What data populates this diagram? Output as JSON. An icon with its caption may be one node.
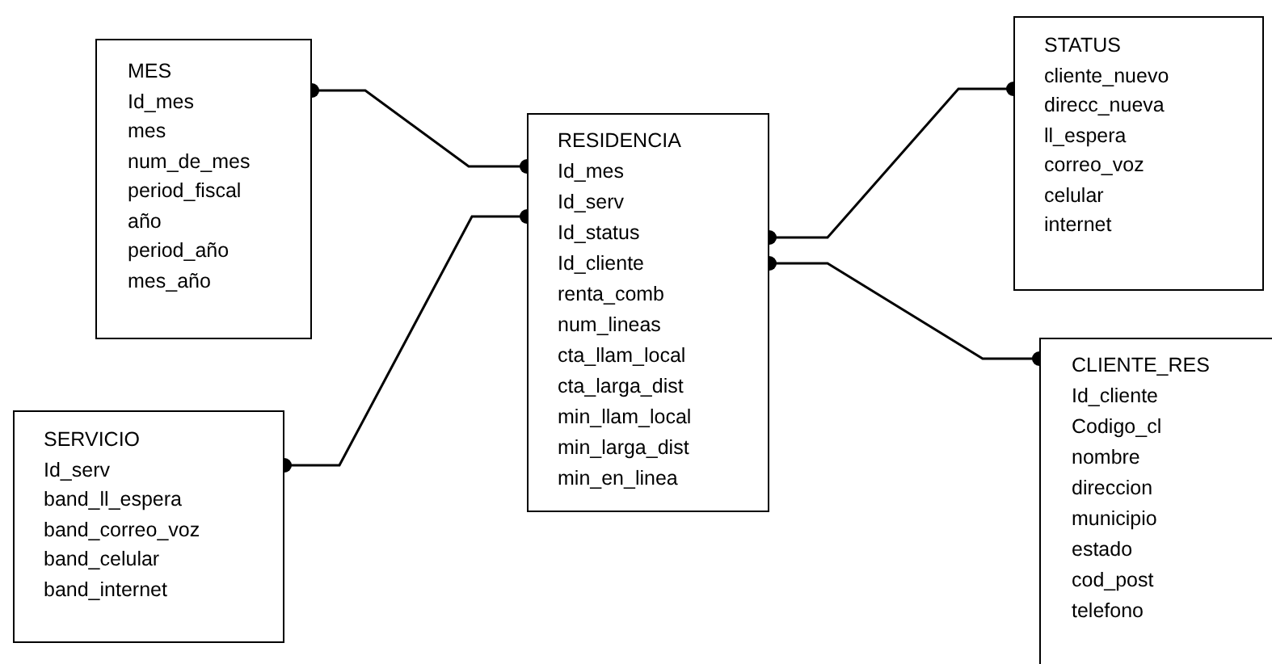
{
  "diagram": {
    "nodes": [
      {
        "text": [
          "MES",
          "Id_mes",
          "mes",
          "num_de_mes",
          "period_fiscal",
          "año",
          "period_año",
          "mes_año"
        ]
      },
      {
        "text": [
          "STATUS",
          "cliente_nuevo",
          "direcc_nueva",
          "ll_espera",
          "correo_voz",
          "celular",
          "internet"
        ]
      },
      {
        "text": [
          "RESIDENCIA",
          "Id_mes",
          "Id_serv",
          "Id_status",
          "Id_cliente",
          "renta_comb",
          "num_lineas",
          "cta_llam_local",
          "cta_larga_dist",
          "min_llam_local",
          "min_larga_dist",
          "min_en_linea"
        ]
      },
      {
        "text": [
          "SERVICIO",
          "Id_serv",
          "band_ll_espera",
          "band_correo_voz",
          "band_celular",
          "band_internet"
        ]
      },
      {
        "text": [
          "CLIENTE_RES",
          "Id_cliente",
          "Codigo_cl",
          "nombre",
          "direccion",
          "municipio",
          "estado",
          "cod_post",
          "telefono"
        ]
      }
    ],
    "edges": [
      {
        "from": 0,
        "to": 2,
        "arrow": "other"
      },
      {
        "from": 3,
        "to": 2,
        "arrow": "other"
      },
      {
        "from": 2,
        "to": 1,
        "arrow": "other"
      },
      {
        "from": 2,
        "to": 4,
        "arrow": "other"
      }
    ]
  }
}
